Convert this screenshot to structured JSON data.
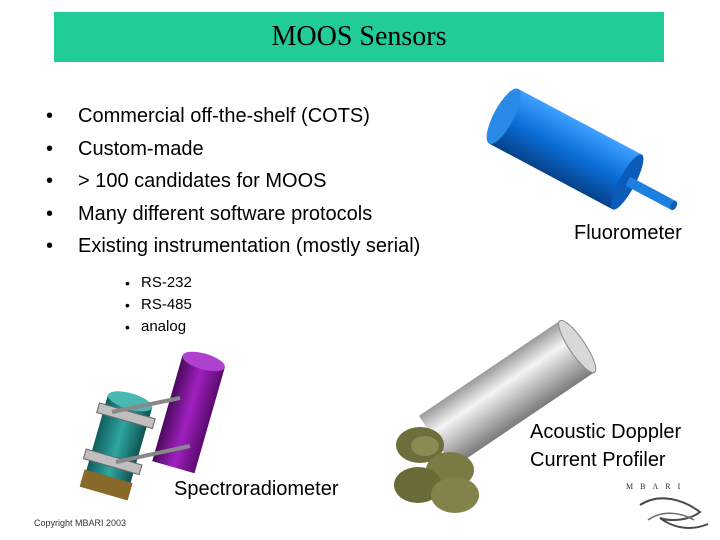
{
  "slide": {
    "title": "MOOS Sensors",
    "title_bg_color": "#22cc99",
    "bullets": [
      "Commercial off-the-shelf (COTS)",
      "Custom-made",
      "> 100 candidates for MOOS",
      "Many different software protocols",
      "Existing instrumentation (mostly serial)"
    ],
    "sub_bullets": [
      "RS-232",
      "RS-485",
      "analog"
    ],
    "labels": {
      "fluorometer": "Fluorometer",
      "adcp_line1": "Acoustic Doppler",
      "adcp_line2": "Current Profiler",
      "spectroradiometer": "Spectroradiometer"
    },
    "copyright": "Copyright MBARI 2003",
    "logo_text": "MBARI"
  }
}
